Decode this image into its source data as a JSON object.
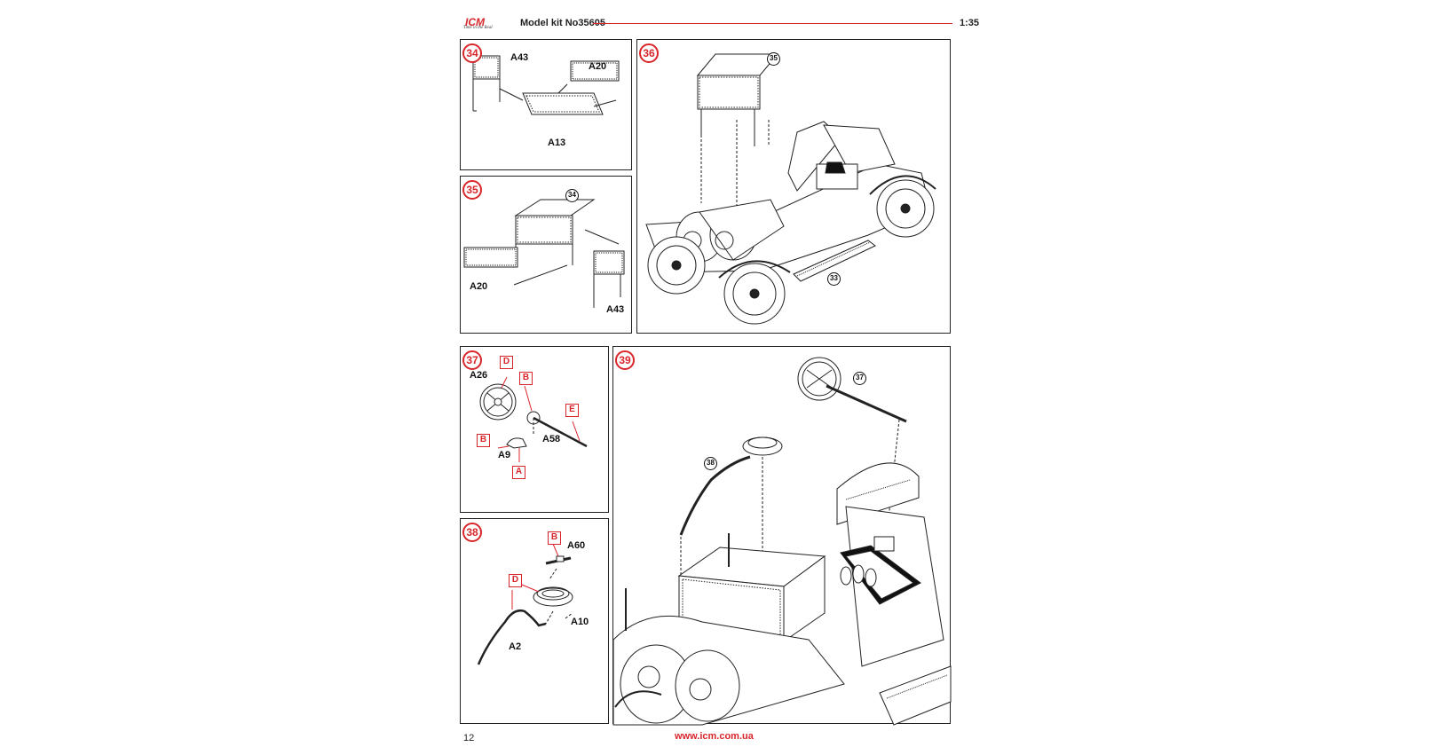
{
  "header": {
    "logo_text": "ICM",
    "logo_tagline": "Time in the Real",
    "kit_label": "Model kit No35605",
    "scale": "1:35"
  },
  "steps": {
    "s34": {
      "number": "34",
      "parts": [
        "A43",
        "A20",
        "A13"
      ]
    },
    "s35": {
      "number": "35",
      "parts": [
        "A20",
        "A43"
      ],
      "subassembly": "34"
    },
    "s36": {
      "number": "36",
      "subassemblies": [
        "35",
        "33"
      ]
    },
    "s37": {
      "number": "37",
      "parts": [
        "A26",
        "A58",
        "A9"
      ],
      "glue_points": [
        "D",
        "B",
        "E",
        "B",
        "A"
      ]
    },
    "s38": {
      "number": "38",
      "parts": [
        "A60",
        "A10",
        "A2"
      ],
      "glue_points": [
        "B",
        "D"
      ]
    },
    "s39": {
      "number": "39",
      "subassemblies": [
        "37",
        "38"
      ]
    }
  },
  "footer": {
    "page_number": "12",
    "url": "www.icm.com.ua"
  },
  "colors": {
    "accent": "#d9262b",
    "line": "#222222"
  }
}
